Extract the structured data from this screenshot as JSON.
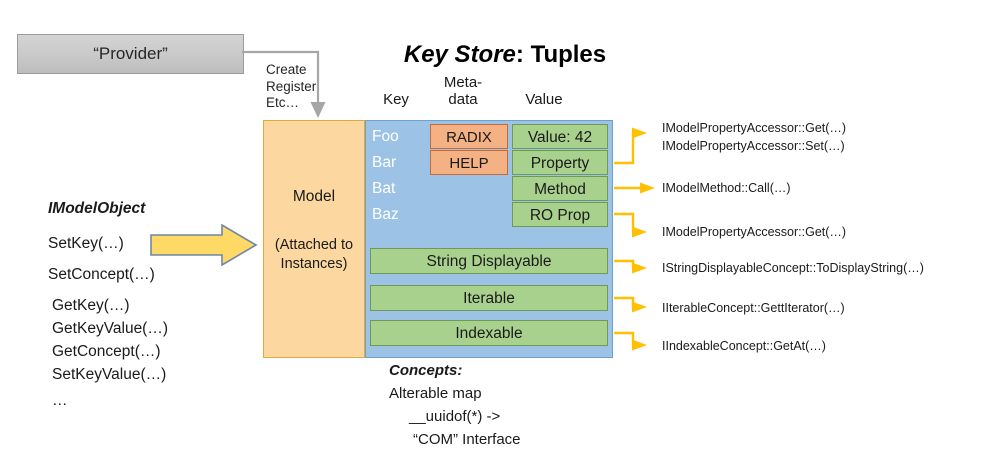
{
  "title": {
    "emphasis": "Key Store",
    "rest": ": Tuples"
  },
  "provider": {
    "label": "“Provider”",
    "arrow_label": "Create\nRegister\nEtc…",
    "arrow_lines": [
      "Create",
      "Register",
      "Etc…"
    ],
    "box_color": "#c9c9c9",
    "arrow_color": "#a6a6a6"
  },
  "columns": {
    "key": "Key",
    "metadata": "Meta-\ndata",
    "metadata_line1": "Meta-",
    "metadata_line2": "data",
    "value": "Value"
  },
  "model": {
    "label": "Model",
    "sub_line1": "(Attached to",
    "sub_line2": "Instances)",
    "fill": "#fcd8a0",
    "border": "#e0a93a"
  },
  "table": {
    "panel_fill": "#9cc3e5",
    "key_text_color": "#ffffff",
    "metadata_fill": "#f4b183",
    "value_fill": "#a9d18e",
    "keys": [
      "Foo",
      "Bar",
      "Bat",
      "Baz"
    ],
    "metadata": [
      "RADIX",
      "HELP"
    ],
    "values": [
      "Value: 42",
      "Property",
      "Method",
      "RO Prop"
    ],
    "concept_bars": [
      "String Displayable",
      "Iterable",
      "Indexable"
    ]
  },
  "imodelobject": {
    "title": "IModelObject",
    "methods": [
      "SetKey(…)",
      "SetConcept(…)",
      "GetKey(…)",
      "GetKeyValue(…)",
      "GetConcept(…)",
      "SetKeyValue(…)",
      "…"
    ],
    "arrow_fill": "#ffd966",
    "arrow_border": "#6f86a8"
  },
  "annotations": {
    "arrow_color": "#ffc000",
    "items": [
      "IModelPropertyAccessor::Get(…)",
      "IModelPropertyAccessor::Set(…)",
      "IModelMethod::Call(…)",
      "IModelPropertyAccessor::Get(…)",
      "IStringDisplayableConcept::ToDisplayString(…)",
      "IIterableConcept::GettIterator(…)",
      "IIndexableConcept::GetAt(…)"
    ]
  },
  "concepts": {
    "title": "Concepts:",
    "lines": [
      "Alterable map",
      "__uuidof(*) ->",
      "“COM” Interface"
    ]
  }
}
